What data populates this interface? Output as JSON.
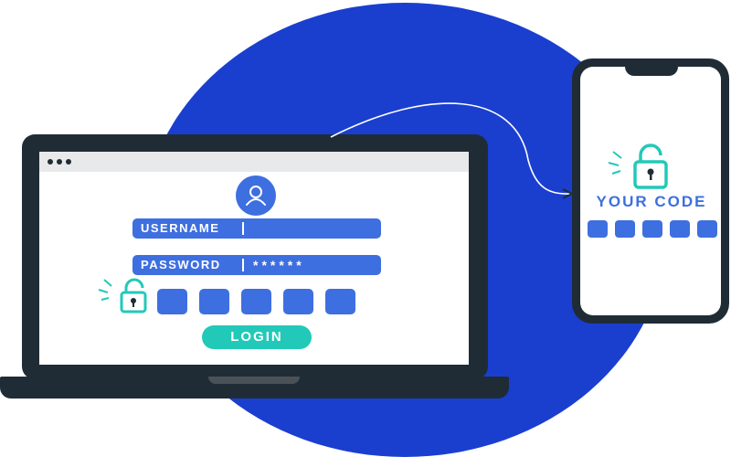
{
  "login_form": {
    "username_label": "USERNAME",
    "password_label": "PASSWORD",
    "password_mask": "******",
    "login_label": "LOGIN"
  },
  "phone": {
    "code_label": "YOUR CODE"
  },
  "colors": {
    "background_circle": "#1a3fcf",
    "device_frame": "#1f2c35",
    "field_blue": "#3e6fe0",
    "accent_teal": "#22c9b8"
  },
  "icons": [
    "user-icon",
    "unlocked-padlock-icon",
    "arrow-icon"
  ]
}
